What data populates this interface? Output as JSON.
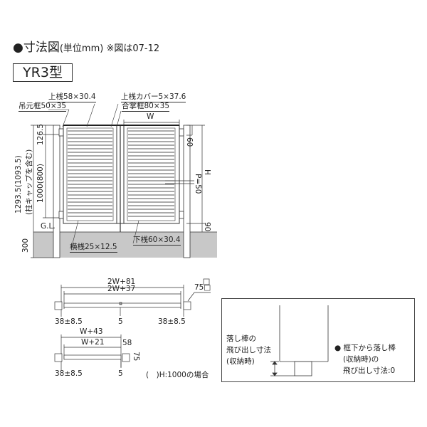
{
  "header": {
    "title": "●寸法図",
    "unit_note": "(単位mm) ※図は07-12",
    "model": "YR3型"
  },
  "elevation": {
    "labels": {
      "top_rail": "上桟58×30.4",
      "hinge_frame": "吊元框50×35",
      "top_rail_cover": "上桟カバー5×37.6",
      "meeting_frame": "合掌框80×35",
      "width": "W",
      "dim_126_5": "126.5",
      "dim_1000": "1000(800)",
      "dim_total": "1293.5(1093.5)",
      "dim_total_note": "(柱キャップを含む)",
      "gl": "G.L.",
      "dim_300": "300",
      "louver": "横桟25×12.5",
      "bottom_rail": "下桟60×30.4",
      "dim_60": "60",
      "height": "H",
      "pitch": "P=50",
      "dim_90": "90"
    }
  },
  "plan_double": {
    "overall": "2W+81",
    "inner": "2W+37",
    "post": "75□",
    "left_gap": "38±8.5",
    "center_gap": "5",
    "right_gap": "38±8.5"
  },
  "plan_single": {
    "overall": "W+43",
    "inner": "W+21",
    "dim_58": "58",
    "dim_75": "75",
    "left_gap": "38±8.5",
    "right_gap": "5",
    "note": "(　)H:1000の場合"
  },
  "drop_rod_note": {
    "left_line1": "落し棒の",
    "left_line2": "飛び出し寸法",
    "left_line3": "(収納時)",
    "right_line1": "● 框下から落し棒",
    "right_line2": "(収納時)の",
    "right_line3": "飛び出し寸法:0"
  },
  "colors": {
    "ground": "#c8c8c8",
    "line": "#333333",
    "louver": "#555555"
  }
}
